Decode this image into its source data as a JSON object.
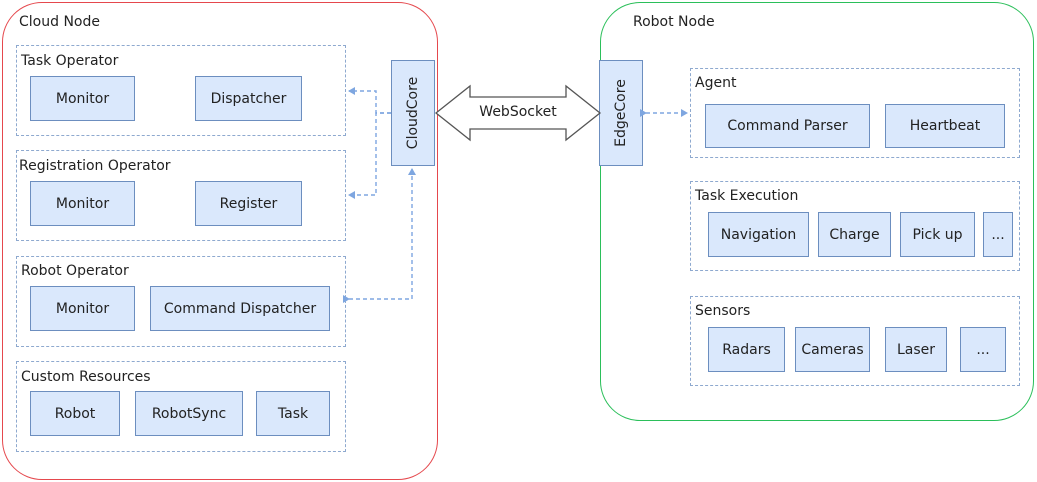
{
  "cloud_node": {
    "title": "Cloud Node",
    "groups": {
      "task_operator": {
        "title": "Task Operator",
        "items": [
          "Monitor",
          "Dispatcher"
        ]
      },
      "registration_operator": {
        "title": "Registration Operator",
        "items": [
          "Monitor",
          "Register"
        ]
      },
      "robot_operator": {
        "title": "Robot Operator",
        "items": [
          "Monitor",
          "Command Dispatcher"
        ]
      },
      "custom_resources": {
        "title": "Custom Resources",
        "items": [
          "Robot",
          "RobotSync",
          "Task"
        ]
      }
    },
    "core": "CloudCore"
  },
  "link": {
    "label": "WebSocket"
  },
  "robot_node": {
    "title": "Robot Node",
    "core": "EdgeCore",
    "groups": {
      "agent": {
        "title": "Agent",
        "items": [
          "Command Parser",
          "Heartbeat"
        ]
      },
      "task_execution": {
        "title": "Task Execution",
        "items": [
          "Navigation",
          "Charge",
          "Pick up",
          "..."
        ]
      },
      "sensors": {
        "title": "Sensors",
        "items": [
          "Radars",
          "Cameras",
          "Laser",
          "..."
        ]
      }
    }
  },
  "colors": {
    "cloud_border": "#e5484d",
    "robot_border": "#2bbf5a",
    "box_fill": "#dae8fc",
    "box_border": "#6c8ebf",
    "dashed_group": "#8ea9cf"
  }
}
